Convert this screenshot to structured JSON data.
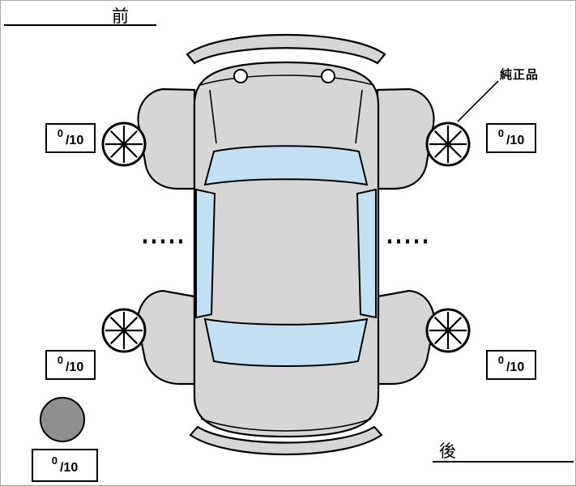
{
  "labels": {
    "front": "前",
    "rear": "後",
    "genuine_part": "純正品"
  },
  "tire_scores": {
    "front_left": {
      "numerator": "0",
      "denominator": "/10"
    },
    "front_right": {
      "numerator": "0",
      "denominator": "/10"
    },
    "rear_left": {
      "numerator": "0",
      "denominator": "/10"
    },
    "rear_right": {
      "numerator": "0",
      "denominator": "/10"
    },
    "spare": {
      "numerator": "0",
      "denominator": "/10"
    }
  },
  "icons": {
    "wheel": "wheel-icon",
    "spare_tire": "spare-tire-icon"
  },
  "colors": {
    "body_fill": "#d6d6d6",
    "glass_fill": "#c3e1f3",
    "spare_fill": "#8f8f8f",
    "outline": "#000000"
  }
}
